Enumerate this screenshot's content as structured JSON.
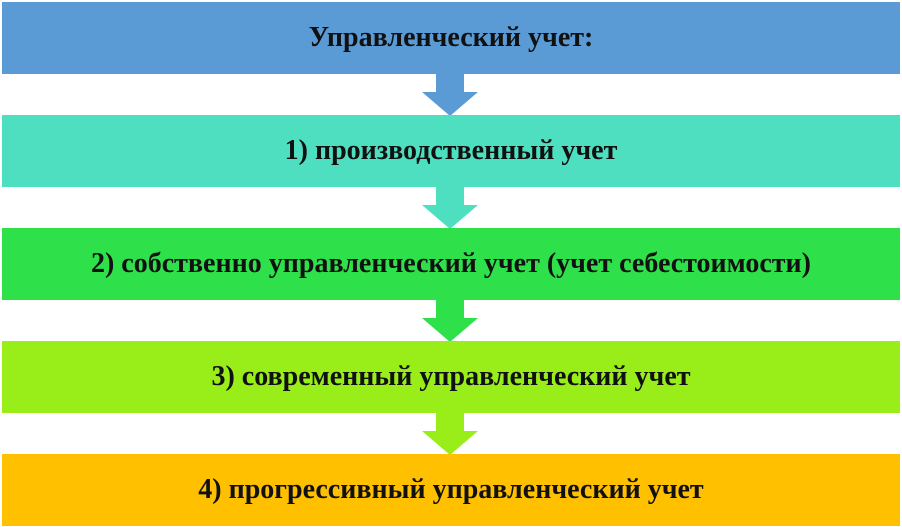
{
  "diagram": {
    "steps": [
      {
        "label": "Управленческий учет:",
        "color": "#5b9bd5"
      },
      {
        "label": "1) производственный учет",
        "color": "#4ddfc0"
      },
      {
        "label": "2) собственно управленческий учет (учет себестоимости)",
        "color": "#2ee04a"
      },
      {
        "label": "3) современный управленческий учет",
        "color": "#99ee1a"
      },
      {
        "label": "4) прогрессивный управленческий учет",
        "color": "#ffc000"
      }
    ]
  }
}
